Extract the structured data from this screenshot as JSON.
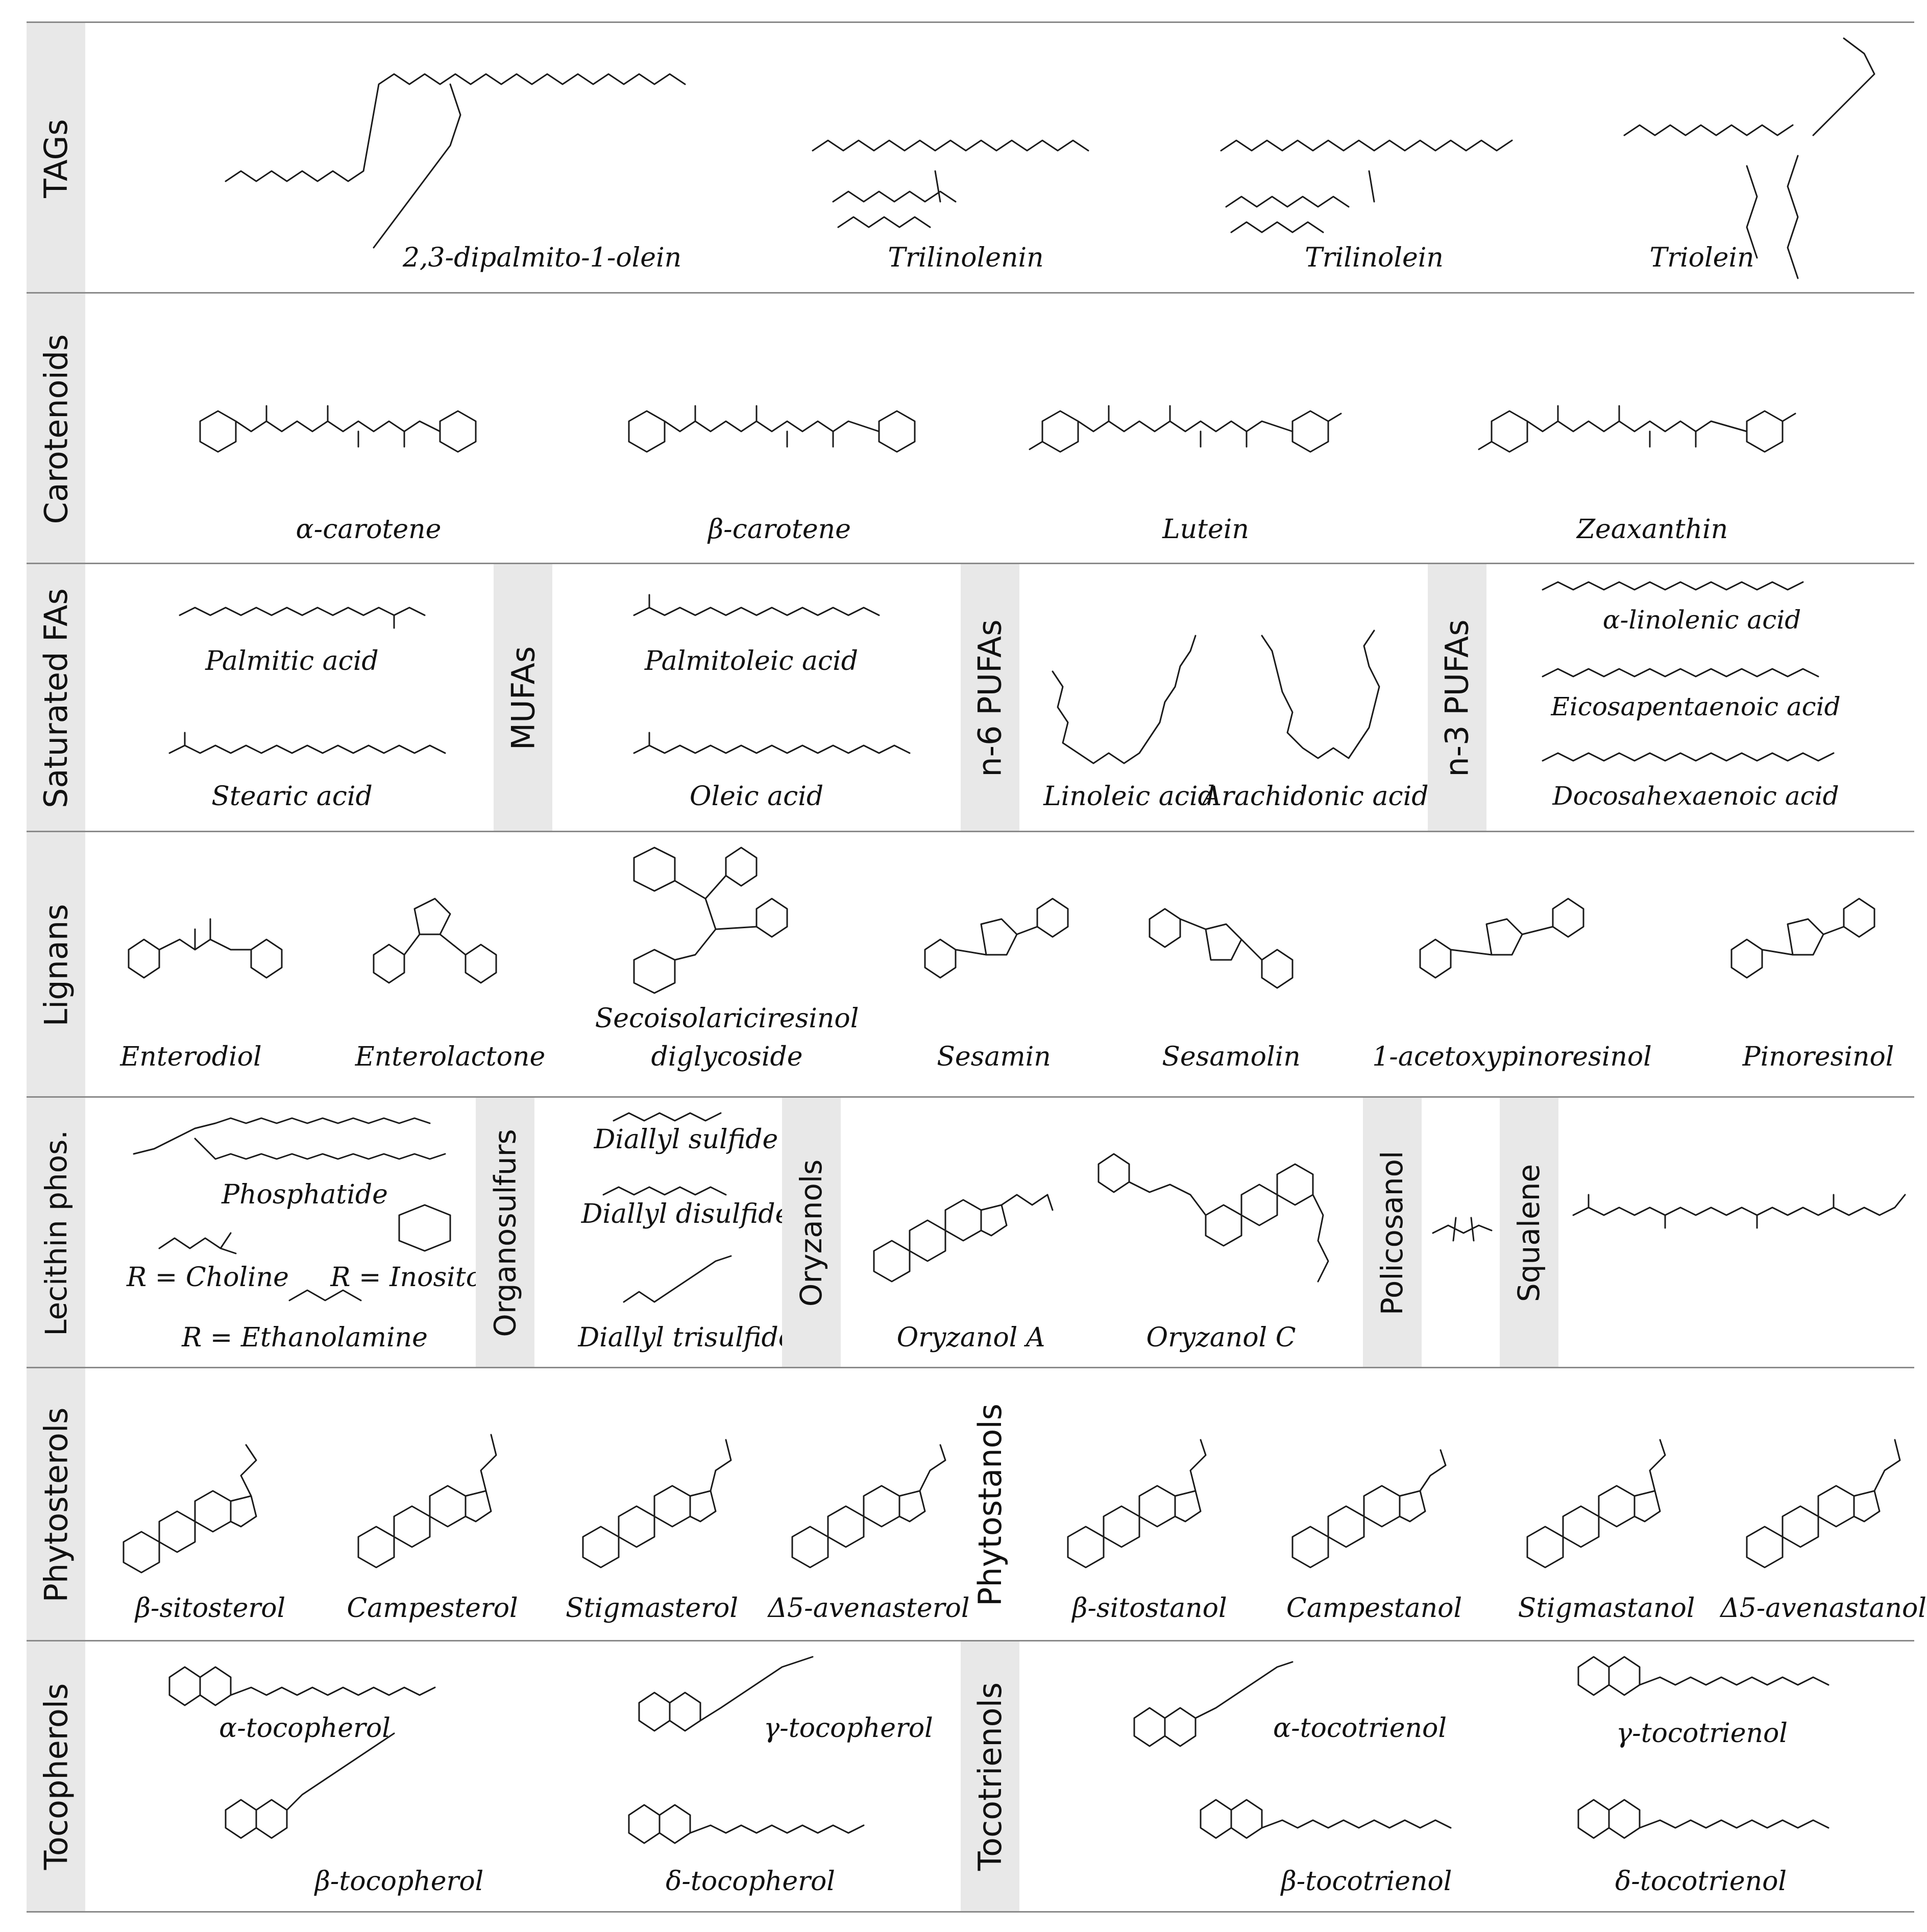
{
  "sections": {
    "tags": {
      "header": "TAGs",
      "names": [
        "2,3-dipalmito-1-olein",
        "Trilinolenin",
        "Trilinolein",
        "Triolein"
      ]
    },
    "carotenoids": {
      "header": "Carotenoids",
      "names": [
        "α-carotene",
        "β-carotene",
        "Lutein",
        "Zeaxanthin"
      ]
    },
    "fatty_acids": {
      "saturated_header": "Saturated FAs",
      "saturated": [
        "Palmitic acid",
        "Stearic acid"
      ],
      "mufa_header": "MUFAs",
      "mufa": [
        "Palmitoleic acid",
        "Oleic acid"
      ],
      "n6_header": "n-6 PUFAs",
      "n6": [
        "Linoleic acid",
        "Arachidonic acid"
      ],
      "n3_header": "n-3 PUFAs",
      "n3": [
        "α-linolenic acid",
        "Eicosapentaenoic acid",
        "Docosahexaenoic acid"
      ]
    },
    "lignans": {
      "header": "Lignans",
      "names": [
        "Enterodiol",
        "Enterolactone",
        "Secoisolariciresinol",
        "diglycoside",
        "Sesamin",
        "Sesamolin",
        "1-acetoxypinoresinol",
        "Pinoresinol"
      ]
    },
    "misc": {
      "lecithin_header": "Lecithin phos.",
      "lecithin": [
        "Phosphatide",
        "R = Choline",
        "R = Inositol",
        "R = Ethanolamine"
      ],
      "organosulfurs_header": "Organosulfurs",
      "organosulfurs": [
        "Diallyl sulfide",
        "Diallyl disulfide",
        "Diallyl trisulfide"
      ],
      "oryzanols_header": "Oryzanols",
      "oryzanols": [
        "Oryzanol A",
        "Oryzanol C"
      ],
      "policosanol_header": "Policosanol",
      "squalene_header": "Squalene"
    },
    "sterols": {
      "phytosterols_header": "Phytosterols",
      "phytosterols": [
        "β-sitosterol",
        "Campesterol",
        "Stigmasterol",
        "Δ5-avenasterol"
      ],
      "phytostanols_header": "Phytostanols",
      "phytostanols": [
        "β-sitostanol",
        "Campestanol",
        "Stigmastanol",
        "Δ5-avenastanol"
      ]
    },
    "tocols": {
      "tocopherols_header": "Tocopherols",
      "tocopherols": [
        "α-tocopherol",
        "γ-tocopherol",
        "β-tocopherol",
        "δ-tocopherol"
      ],
      "tocotrienols_header": "Tocotrienols",
      "tocotrienols": [
        "α-tocotrienol",
        "γ-tocotrienol",
        "β-tocotrienol",
        "δ-tocotrienol"
      ]
    }
  }
}
